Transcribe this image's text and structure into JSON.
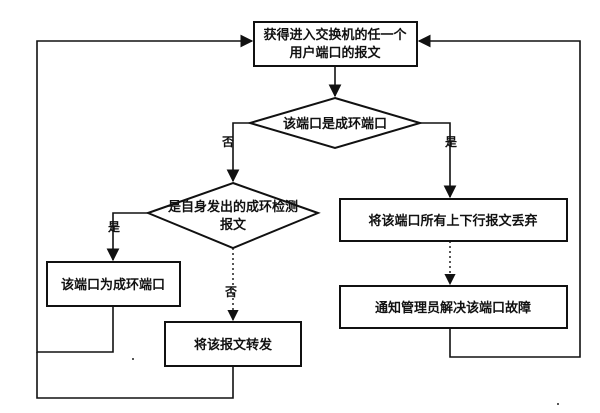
{
  "flowchart": {
    "start": {
      "line1": "获得进入交换机的任一个",
      "line2": "用户端口的报文"
    },
    "decision_loop": {
      "text": "该端口是成环端口"
    },
    "decision_self": {
      "line1": "是自身发出的成环检测",
      "line2": "报文"
    },
    "action_drop": {
      "text": "将该端口所有上下行报文丢弃"
    },
    "action_notify": {
      "text": "通知管理员解决该端口故障"
    },
    "action_mark": {
      "text": "该端口为成环端口"
    },
    "action_forward": {
      "text": "将该报文转发"
    },
    "labels": {
      "no1": "否",
      "yes1": "是",
      "yes2": "是",
      "no2": "否"
    }
  }
}
